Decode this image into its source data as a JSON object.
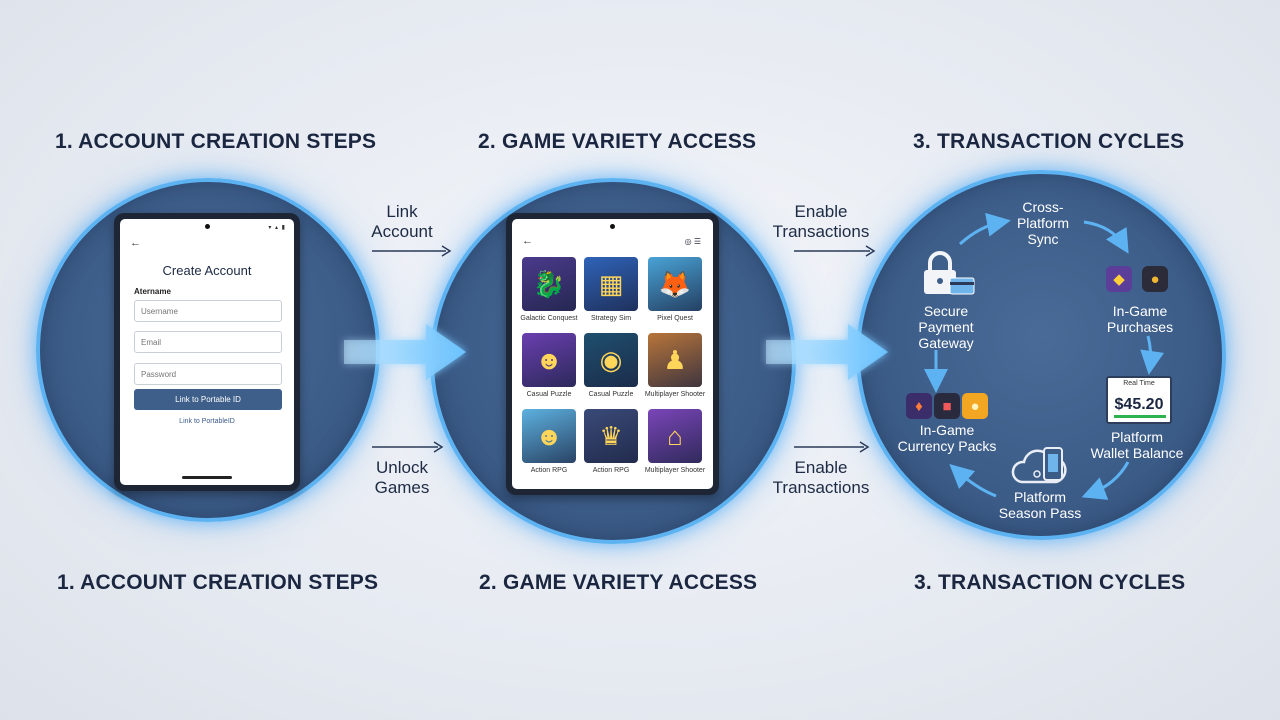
{
  "headings_top": [
    "1. ACCOUNT CREATION STEPS",
    "2. GAME VARIETY ACCESS",
    "3. TRANSACTION CYCLES"
  ],
  "headings_bottom": [
    "1. ACCOUNT CREATION STEPS",
    "2. GAME VARIETY ACCESS",
    "3. TRANSACTION CYCLES"
  ],
  "connectors": {
    "link_account": [
      "Link",
      "Account"
    ],
    "unlock_games": [
      "Unlock",
      "Games"
    ],
    "enable_tx_top": [
      "Enable",
      "Transactions"
    ],
    "enable_tx_bottom": [
      "Enable",
      "Transactions"
    ]
  },
  "phone": {
    "title": "Create Account",
    "field_label": "Atername",
    "fields": {
      "username_placeholder": "Username",
      "email_placeholder": "Email",
      "password_placeholder": "Password"
    },
    "primary_button": "Link to Portable ID",
    "secondary_link": "Link to PortableID",
    "status_icons": "▾ ▴ ▮",
    "back_icon": "←"
  },
  "tablet": {
    "back_icon": "←",
    "top_icons": "◎ ☰",
    "games": [
      {
        "label": "Galactic Conquest",
        "icon": "dragon-icon",
        "color": "#4b3a8c"
      },
      {
        "label": "Strategy Sim",
        "icon": "board-icon",
        "color": "#2f63b8"
      },
      {
        "label": "Pixel Quest",
        "icon": "fox-icon",
        "color": "#49a3d6"
      },
      {
        "label": "Casual Puzzle",
        "icon": "smiley-icon",
        "color": "#6a3fb0"
      },
      {
        "label": "Casual Puzzle",
        "icon": "orb-icon",
        "color": "#1f4f6e"
      },
      {
        "label": "Multiplayer Shooter",
        "icon": "heroes-icon",
        "color": "#b8753a"
      },
      {
        "label": "Action RPG",
        "icon": "monster-icon",
        "color": "#5db1e0"
      },
      {
        "label": "Action RPG",
        "icon": "character-icon",
        "color": "#3a4a78"
      },
      {
        "label": "Multiplayer Shooter",
        "icon": "house-icon",
        "color": "#7a45b8"
      }
    ]
  },
  "cycle": {
    "cross_platform": [
      "Cross-",
      "Platform",
      "Sync"
    ],
    "in_game_purchases": [
      "In-Game",
      "Purchases"
    ],
    "wallet_balance": [
      "Platform",
      "Wallet Balance"
    ],
    "wallet_caption": "Real Time",
    "wallet_amount": "$45.20",
    "season_pass": [
      "Platform",
      "Season Pass"
    ],
    "currency_packs": [
      "In-Game",
      "Currency Packs"
    ],
    "secure_payment": [
      "Secure",
      "Payment",
      "Gateway"
    ]
  },
  "colors": {
    "circle_fill": "#3c5c88",
    "circle_glow": "#5db3f2",
    "heading_text": "#1b2640",
    "button": "#3e5f89"
  }
}
